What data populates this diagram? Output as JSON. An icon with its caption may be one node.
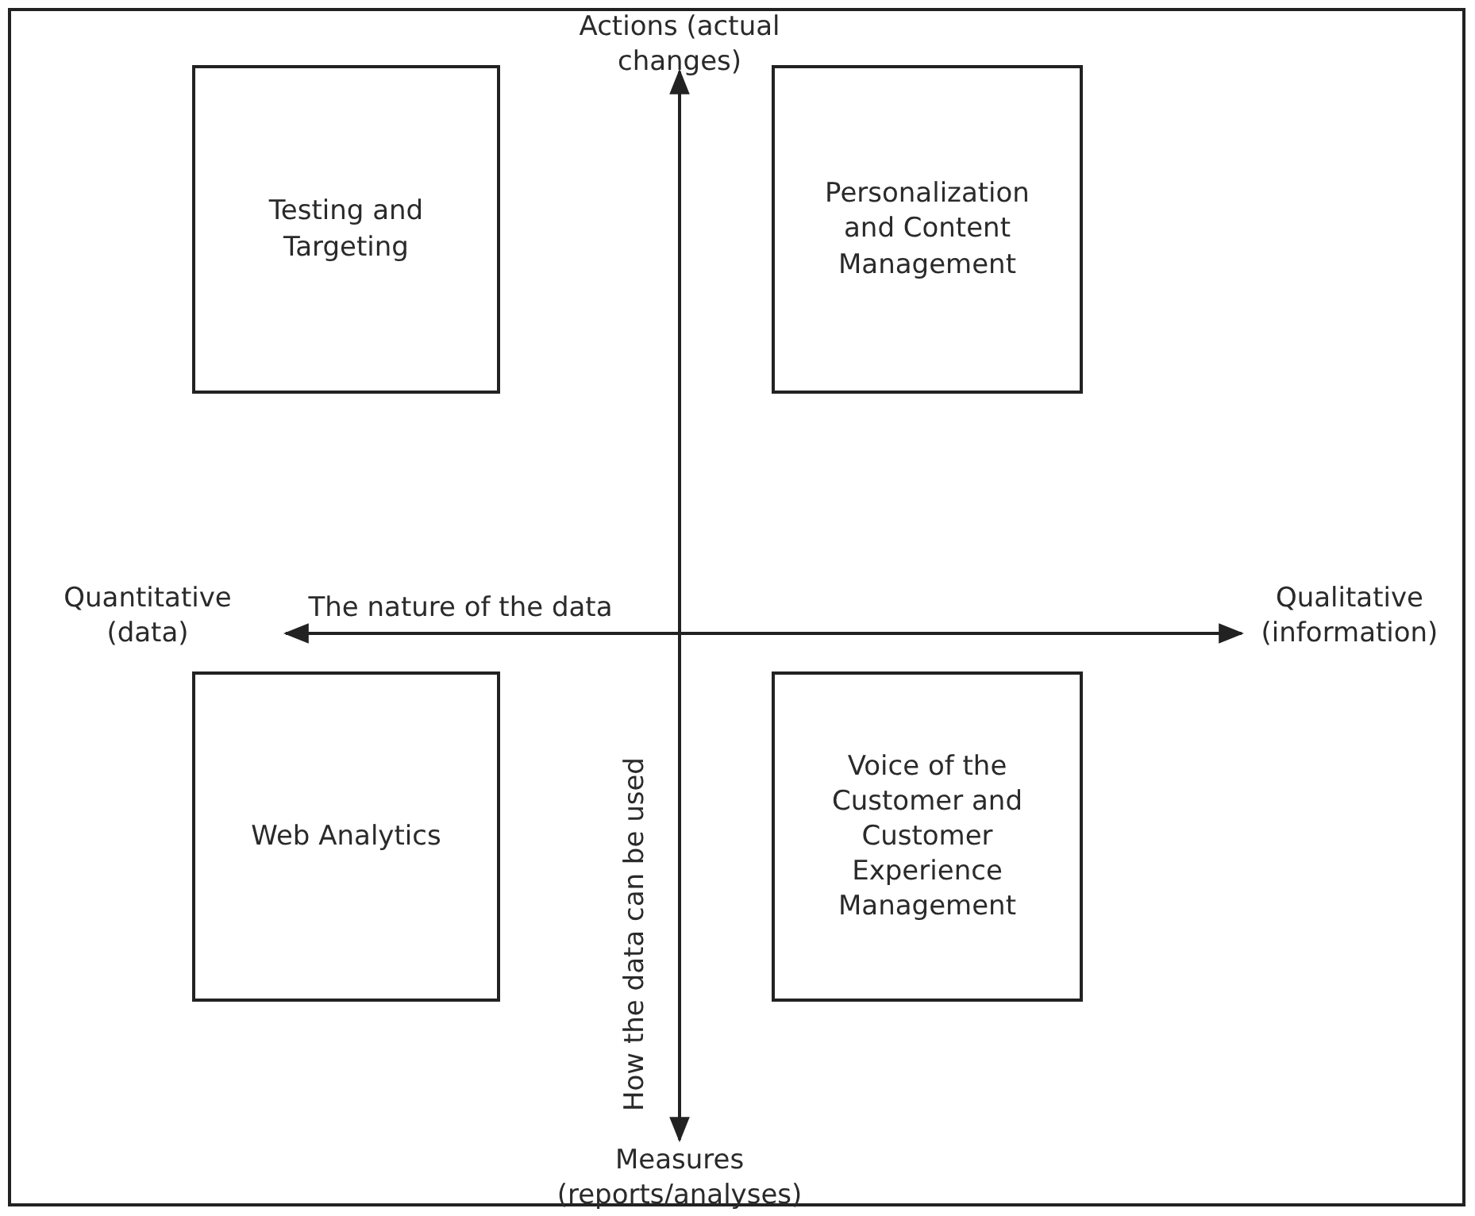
{
  "diagram": {
    "nodes": [
      {
        "text": [
          "Testing and Targeting"
        ]
      },
      {
        "text": [
          "Personalization and Content Management"
        ]
      },
      {
        "text": [
          "Web Analytics"
        ]
      },
      {
        "text": [
          "Voice of the Customer and Customer Experience Management"
        ]
      }
    ],
    "labels": [
      "Actions (actual changes)",
      "Quantitative (data)",
      "The nature of the data",
      "Qualitative (information)",
      "How the data can be used",
      "Measures (reports/analyses)"
    ]
  }
}
